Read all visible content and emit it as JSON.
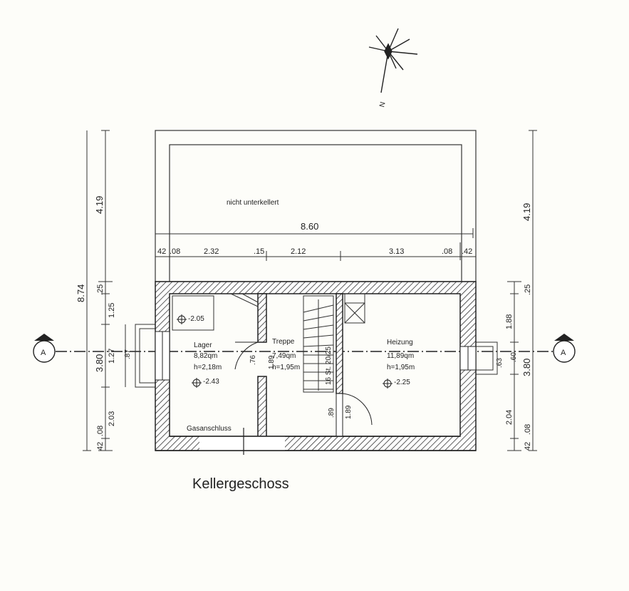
{
  "title": "Kellergeschoss",
  "north_label": "N",
  "annex_label": "nicht unterkellert",
  "section_marker": "A",
  "dims_top": {
    "overall": "8.60",
    "d1": "42",
    "d2": ".08",
    "d3": "2.32",
    "d4": ".15",
    "d5": "2.12",
    "d6": "3.13",
    "d7": ".08",
    "d8": ".42"
  },
  "dims_left": {
    "annex": "4.19",
    "overall": "8.74",
    "d1": ".25",
    "d2": "1.25",
    "d3": "1.27",
    "d4": "3.80",
    "d5": "2.03",
    "d6": "42",
    "d7": ".08",
    "window": ".87"
  },
  "dims_right": {
    "annex": "4.19",
    "d1": ".25",
    "d2": "1.88",
    "d3": ".60",
    "d4": ".63",
    "d5": "3.80",
    "d6": "2.04",
    "d7": "42",
    "d8": ".08"
  },
  "rooms": {
    "lager": {
      "name": "Lager",
      "area": "8,82qm",
      "height": "h=2,18m",
      "level_top": "-2.05",
      "level_bottom": "-2.43"
    },
    "treppe": {
      "name": "Treppe",
      "area": "7,49qm",
      "height": "h=1,95m",
      "stair": "16 St. 20/25"
    },
    "heizung": {
      "name": "Heizung",
      "area": "11,89qm",
      "height": "h=1,95m",
      "level": "-2.25"
    }
  },
  "door_dims": {
    "lager_door": ".76",
    "lager_door_h": "1.89",
    "heizung_door_w": ".89",
    "heizung_door_h": "1.89"
  },
  "gas_label": "Gasanschluss"
}
